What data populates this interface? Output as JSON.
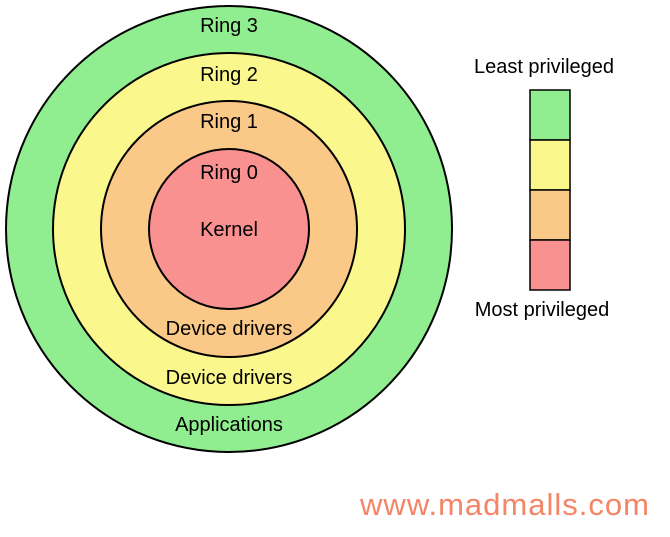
{
  "figure": {
    "type": "protection-rings-diagram",
    "rings": [
      {
        "name": "Ring 3",
        "zone": "Applications",
        "color": "#90EE90"
      },
      {
        "name": "Ring 2",
        "zone": "Device drivers",
        "color": "#FAF78C"
      },
      {
        "name": "Ring 1",
        "zone": "Device drivers",
        "color": "#FAC887"
      },
      {
        "name": "Ring 0",
        "zone": "Kernel",
        "color": "#FA9191"
      }
    ],
    "center_label": "Kernel"
  },
  "legend": {
    "top_label": "Least privileged",
    "bottom_label": "Most privileged"
  },
  "watermark": {
    "text": "www.madmalls.com",
    "color": "#F48567"
  },
  "colors": {
    "outline": "#000000",
    "background": "#FFFFFF",
    "text": "#000000"
  }
}
